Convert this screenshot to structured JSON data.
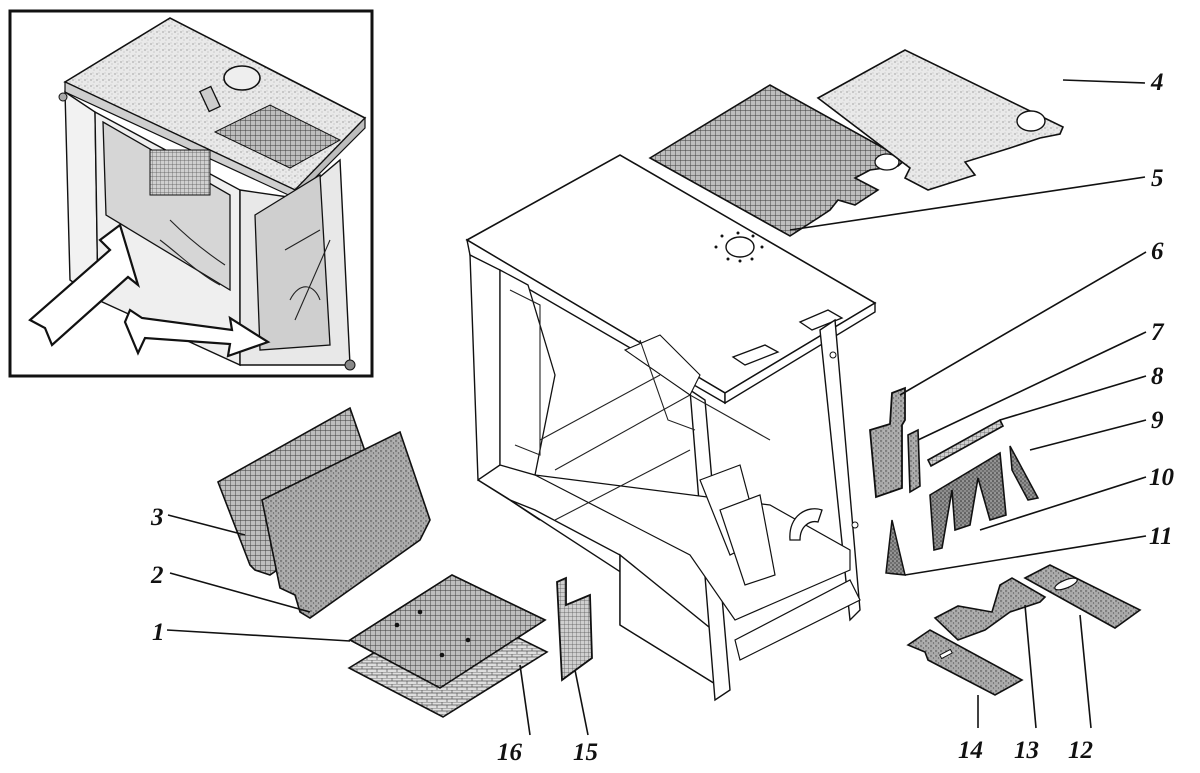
{
  "diagram": {
    "subject": "cab",
    "inset": {
      "arrows": [
        "arrow-left",
        "arrow-bottom"
      ]
    },
    "callouts": [
      {
        "id": "1",
        "label": "1"
      },
      {
        "id": "2",
        "label": "2"
      },
      {
        "id": "3",
        "label": "3"
      },
      {
        "id": "4",
        "label": "4"
      },
      {
        "id": "5",
        "label": "5"
      },
      {
        "id": "6",
        "label": "6"
      },
      {
        "id": "7",
        "label": "7"
      },
      {
        "id": "8",
        "label": "8"
      },
      {
        "id": "9",
        "label": "9"
      },
      {
        "id": "10",
        "label": "10"
      },
      {
        "id": "11",
        "label": "11"
      },
      {
        "id": "12",
        "label": "12"
      },
      {
        "id": "13",
        "label": "13"
      },
      {
        "id": "14",
        "label": "14"
      },
      {
        "id": "15",
        "label": "15"
      },
      {
        "id": "16",
        "label": "16"
      }
    ],
    "colors": {
      "ink": "#111111",
      "panel_dark": "#6b6b6b",
      "panel_mid": "#9a9a9a",
      "panel_light": "#d2d2d2",
      "background": "#ffffff"
    }
  }
}
